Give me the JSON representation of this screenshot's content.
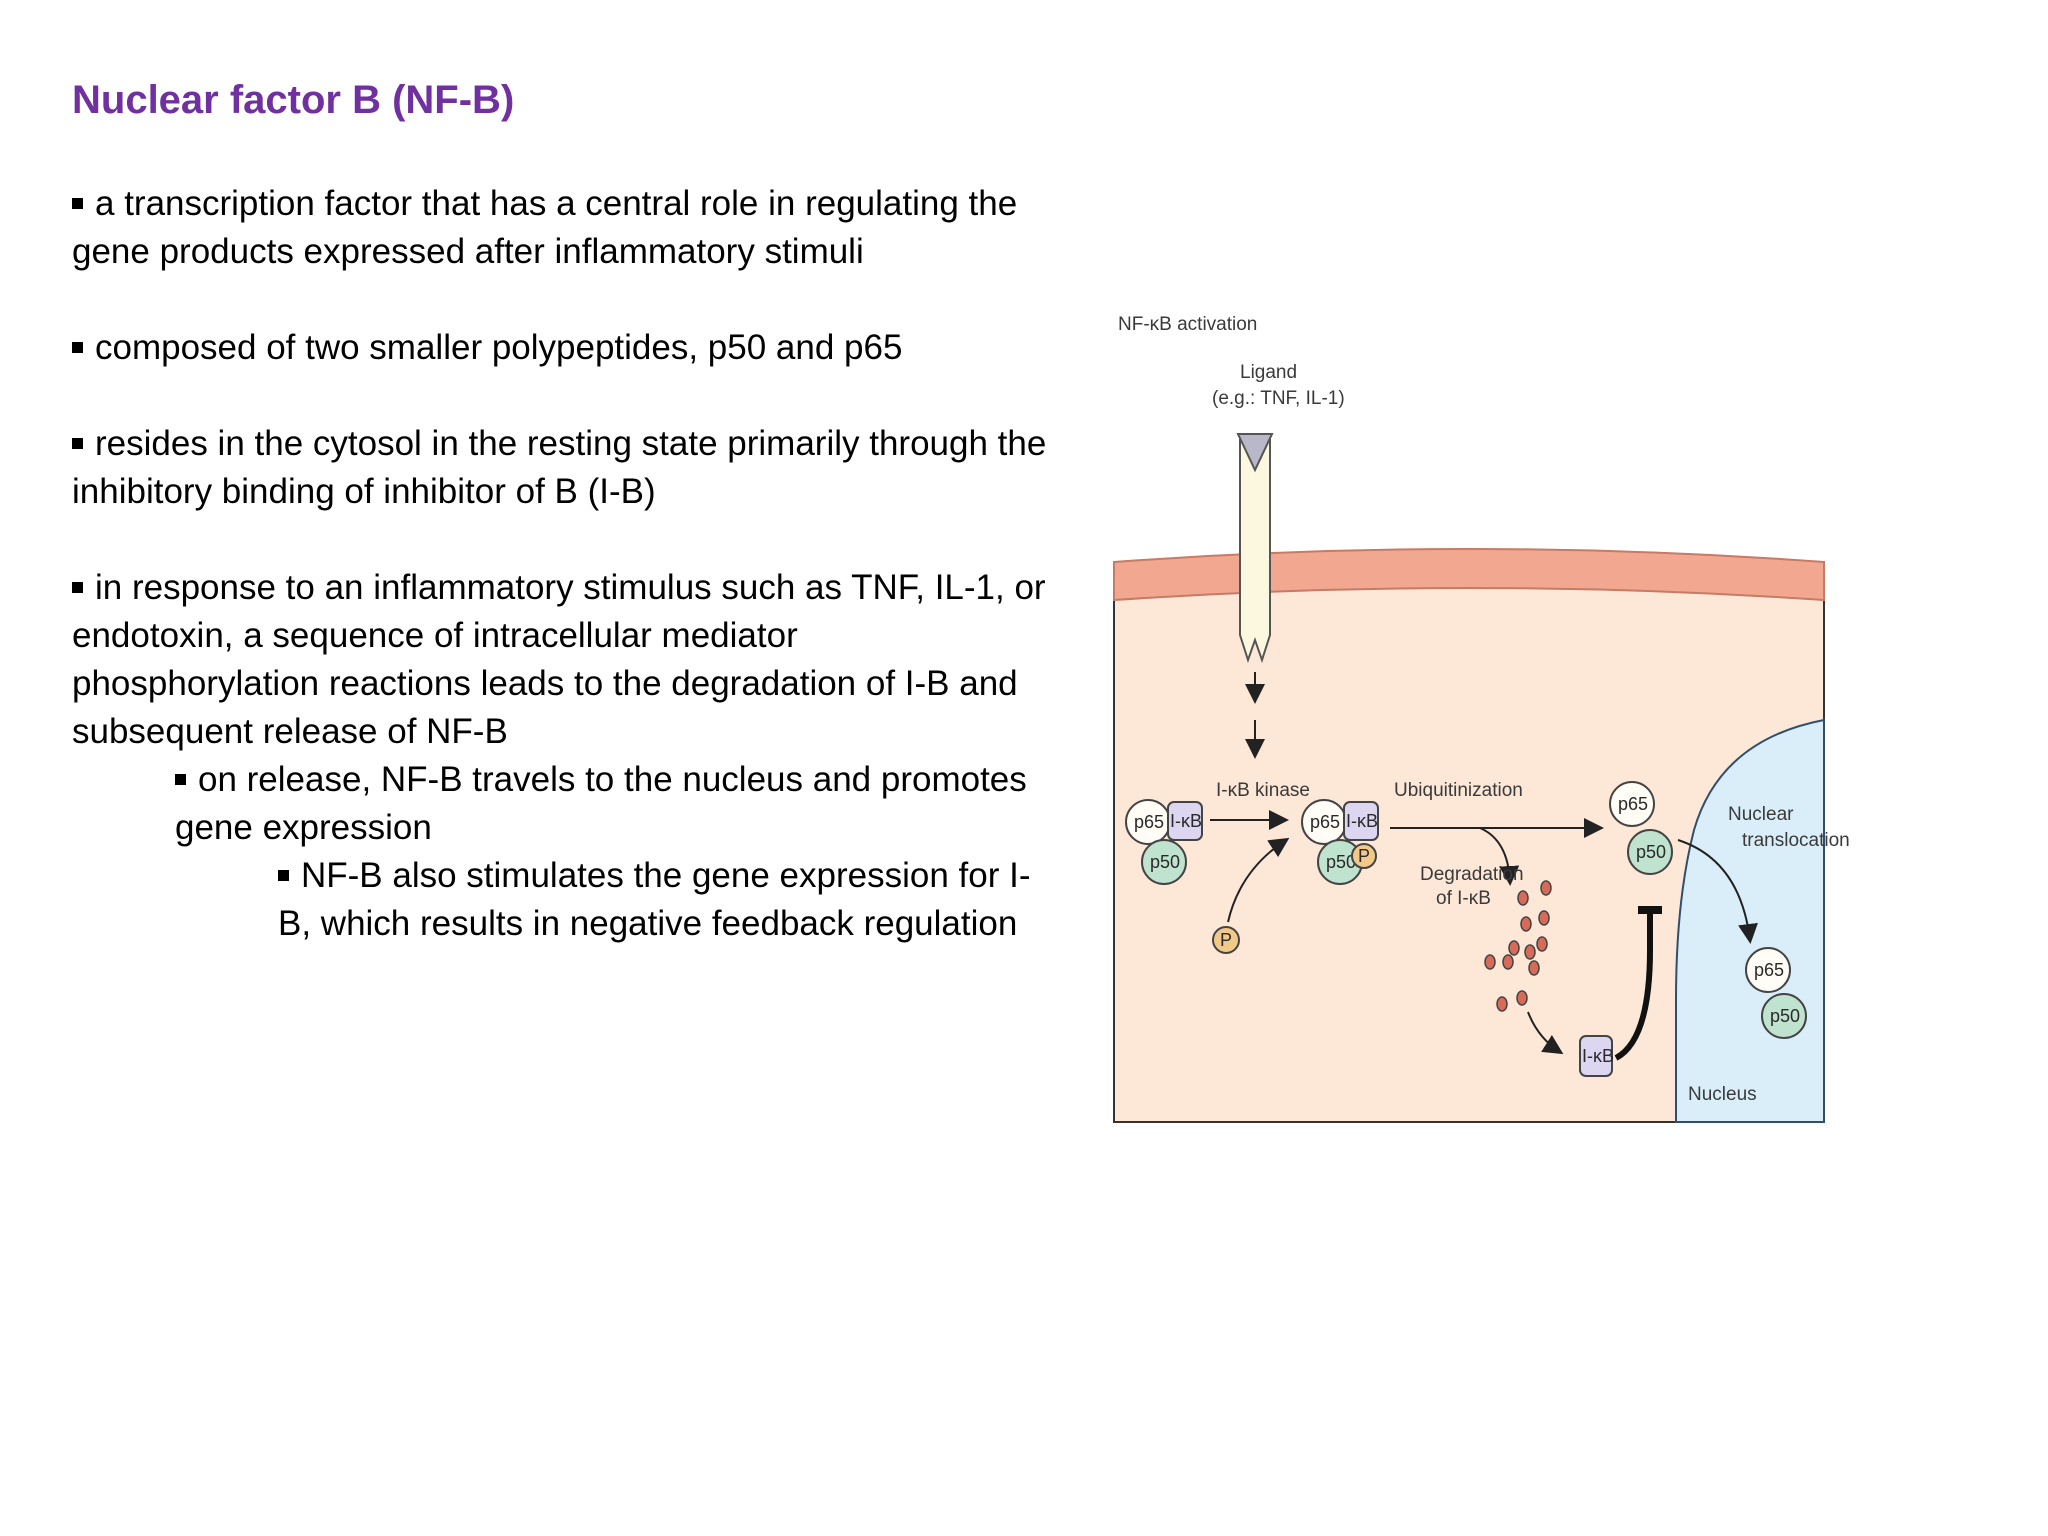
{
  "title": "Nuclear factor B (NF-B)",
  "bullets": [
    "a transcription factor that has a central role in regulating the gene products expressed after inflammatory stimuli",
    "composed of two smaller polypeptides, p50 and p65",
    "resides in the cytosol in the resting state primarily through the inhibitory binding of inhibitor of B (I-B)",
    "in response to an inflammatory stimulus such as TNF, IL-1, or endotoxin, a sequence of intracellular mediator phosphorylation reactions leads to the degradation of I-B and subsequent release of NF-B"
  ],
  "sub_bullet": "on release, NF-B travels to the nucleus and promotes gene expression",
  "sub_sub_bullet": "NF-B also stimulates the gene expression for I-B, which results in negative feedback regulation",
  "figure": {
    "heading": "NF-κB activation",
    "ligand": "Ligand",
    "ligand_example": "(e.g.: TNF, IL-1)",
    "ikb_kinase": "I-κB kinase",
    "ubiquitinization": "Ubiquitinization",
    "degradation_1": "Degradation",
    "degradation_2": "of I-κB",
    "nuclear_1": "Nuclear",
    "nuclear_2": "translocation",
    "nucleus": "Nucleus",
    "p65": "p65",
    "p50": "p50",
    "ikb": "I-κB",
    "phospho": "P",
    "colors": {
      "membrane": "#f2a890",
      "cytoplasm": "#fde7d7",
      "nucleus": "#d9eef8",
      "p50": "#bfe3cf",
      "ikb": "#ddd6f0",
      "phospho": "#f3c98a",
      "degraded": "#d86a5a"
    }
  }
}
